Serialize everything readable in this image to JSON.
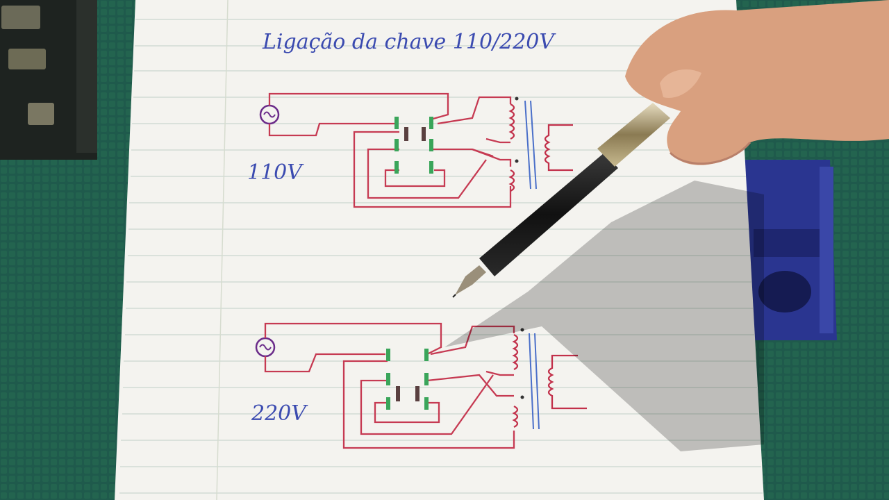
{
  "notebook": {
    "title": "Ligação da chave 110/220V",
    "diagrams": [
      {
        "label": "110V"
      },
      {
        "label": "220V"
      }
    ]
  },
  "colors": {
    "mat": "#1f5a4c",
    "paper": "#f4f3ef",
    "ruled_line": "#c9d6cf",
    "margin_line": "#d6dccf",
    "ink_blue": "#3b4bb0",
    "wire_red": "#c63a52",
    "switch_green": "#3aa55a",
    "coil_red": "#c2304a",
    "core_blue": "#4a6fc9",
    "clamp_blue": "#2a3590",
    "skin": "#d9a07f"
  }
}
